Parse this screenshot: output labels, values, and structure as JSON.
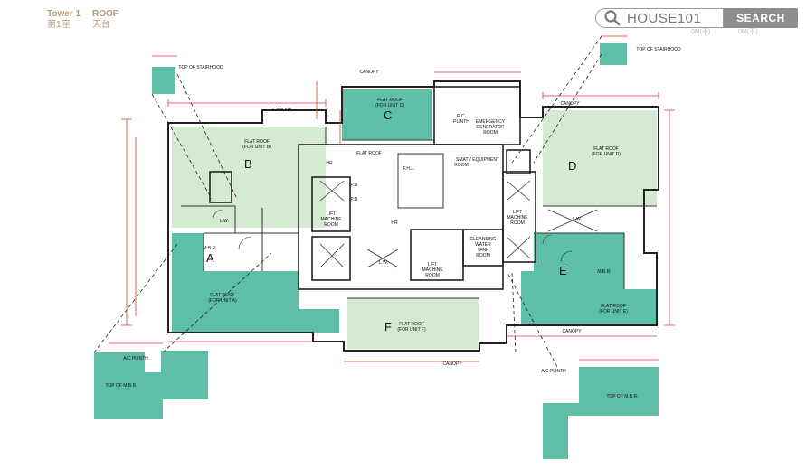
{
  "header": {
    "tower_en": "Tower 1",
    "tower_zh": "第1座",
    "floor_en": "ROOF",
    "floor_zh": "天台"
  },
  "search": {
    "value": "HOUSE101",
    "button_label": "SEARCH",
    "ghost_left": "0M(不)",
    "ghost_right": "0M(不)"
  },
  "plan": {
    "units": {
      "a": "A",
      "b": "B",
      "c": "C",
      "d": "D",
      "e": "E",
      "f": "F"
    },
    "flat_roof_a": [
      "FLAT ROOF",
      "(FOR UNIT A)"
    ],
    "flat_roof_b": [
      "FLAT ROOF",
      "(FOR UNIT B)"
    ],
    "flat_roof_c": [
      "FLAT ROOF",
      "(FOR UNIT C)"
    ],
    "flat_roof_d": [
      "FLAT ROOF",
      "(FOR UNIT D)"
    ],
    "flat_roof_e": [
      "FLAT ROOF",
      "(FOR UNIT E)"
    ],
    "flat_roof_f": [
      "FLAT ROOF",
      "(FOR UNIT F)"
    ],
    "flat_roof": "FLAT ROOF",
    "stairhood_left": "TOP OF STAIRHOOD",
    "stairhood_right": "TOP OF STAIRHOOD",
    "ac_plinth_left": "A/C PLINTH",
    "ac_plinth_right": "A/C PLINTH",
    "mbr_top_left": "TOP OF M.B.R.",
    "mbr_top_right": "TOP OF M.B.R.",
    "mbr_a": "M.B.R.",
    "mbr_e": "M.B.R.",
    "lift_machine_1": [
      "LIFT",
      "MACHINE",
      "ROOM"
    ],
    "lift_machine_2": [
      "LIFT",
      "MACHINE",
      "ROOM"
    ],
    "lift_machine_3": [
      "LIFT",
      "MACHINE",
      "ROOM"
    ],
    "emergency": [
      "EMERGENCY",
      "GENERATOR",
      "ROOM"
    ],
    "smatv": [
      "SMATV EQUIPMENT",
      "ROOM"
    ],
    "cleansing": [
      "CLEANSING",
      "WATER",
      "TANK",
      "ROOM"
    ],
    "plinth": [
      "R.C.",
      "PLINTH"
    ],
    "hr1": "HR",
    "hr2": "HR",
    "lw1": "L.W.",
    "lw2": "L.W.",
    "lw3": "L.W.",
    "pd1": "P.D.",
    "pd2": "P.D.",
    "fhl": "F.H.L.",
    "canopy": "CANOPY"
  }
}
